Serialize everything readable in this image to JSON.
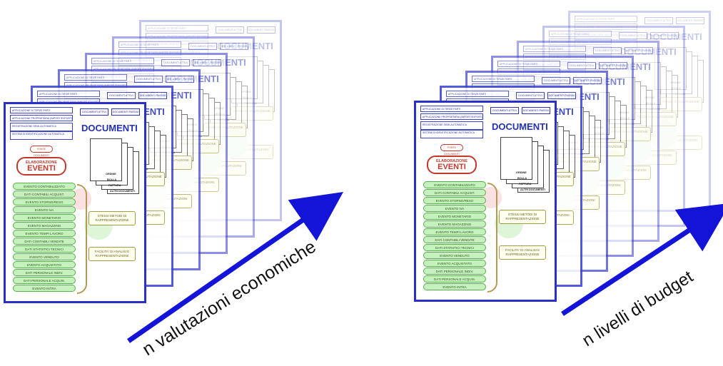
{
  "left_panel": {
    "caption": "n valutazioni economiche",
    "page_count": 6
  },
  "right_panel": {
    "caption": "n livelli di budget",
    "page_count": 7
  },
  "page_template": {
    "header_rows": [
      "APPLICAZIONE DI TERZE PARTI",
      "APPLICAZIONE PROPRIETARIA (IMPORT/EXPORT)",
      "REGISTRAZIONE SEMI-AUTOMATICA",
      "SISTEMI DI IDENTIFICAZIONE AUTOMATICA"
    ],
    "doc_boxes": [
      "DOCUMENTI ATTIVI",
      "DOCUMENTI PASSIVI"
    ],
    "documenti_title": "DOCUMENTI",
    "origine_label": "FONTE DOCUMENTI",
    "elaborazione_label": "ELABORAZIONE",
    "eventi_title": "EVENTI",
    "eventi": [
      "EVENTO CONTABILIZZATO",
      "DATI CONTABILI ACQUIST.",
      "EVENTO STORNO/RESO",
      "EVENTO IVA",
      "EVENTO MONETARIO",
      "EVENTO MAGAZZINO",
      "EVENTO TEMPI LAVORO",
      "DATI CONTABILI VENDITE",
      "DATI STATISTICI TECNICI",
      "EVENTO VENDUTO",
      "EVENTO ACQUISTATO",
      "DATI PERSONALE INDIV.",
      "DATI PERSONALE ACQUIS.",
      "EVENTO INTRA"
    ],
    "side_boxes": [
      "STESSI METODI DI RAPPRESENTAZIONE",
      "FACILITA' DI ANALISI E RAPPRESENTAZIONE"
    ],
    "fondi_label": "FONDI DI VALUTAZIONE",
    "analisi_label": "ANALISI VALUTAZIONI",
    "mini_doc_labels": [
      "ORDINE",
      "BOLLA",
      "FATTURA",
      "ALTRI DOCUMENTI"
    ]
  },
  "colors": {
    "page_border": "#2b2fc9",
    "arrow": "#1414d9",
    "evento_fill": "#c6f0bd",
    "eventi_red": "#c0392b"
  }
}
